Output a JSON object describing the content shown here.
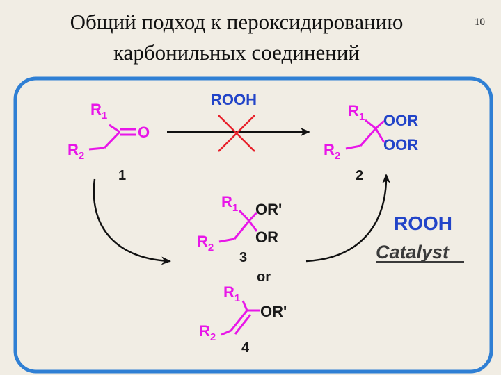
{
  "slide": {
    "title_line1": "Общий подход к пероксидированию",
    "title_line2": "карбонильных соединений",
    "page_number": "10"
  },
  "scheme": {
    "reagent_top": "ROOH",
    "catalyst_reagent": "ROOH",
    "catalyst_label": "Catalyst",
    "or_label": "or",
    "compound1": {
      "r1": "R",
      "r1_sub": "1",
      "r2": "R",
      "r2_sub": "2",
      "o": "O",
      "number": "1"
    },
    "compound2": {
      "r1": "R",
      "r1_sub": "1",
      "r2": "R",
      "r2_sub": "2",
      "oor1": "OOR",
      "oor2": "OOR",
      "number": "2"
    },
    "compound3": {
      "r1": "R",
      "r1_sub": "1",
      "r2": "R",
      "r2_sub": "2",
      "orp": "OR'",
      "or": "OR",
      "number": "3"
    },
    "compound4": {
      "r1": "R",
      "r1_sub": "1",
      "r2": "R",
      "r2_sub": "2",
      "orp": "OR'",
      "number": "4"
    },
    "colors": {
      "frame": "#2f7fd4",
      "magenta": "#e816e8",
      "blue": "#2244c8",
      "cross": "#e8202a",
      "background": "#f1ede4"
    }
  }
}
